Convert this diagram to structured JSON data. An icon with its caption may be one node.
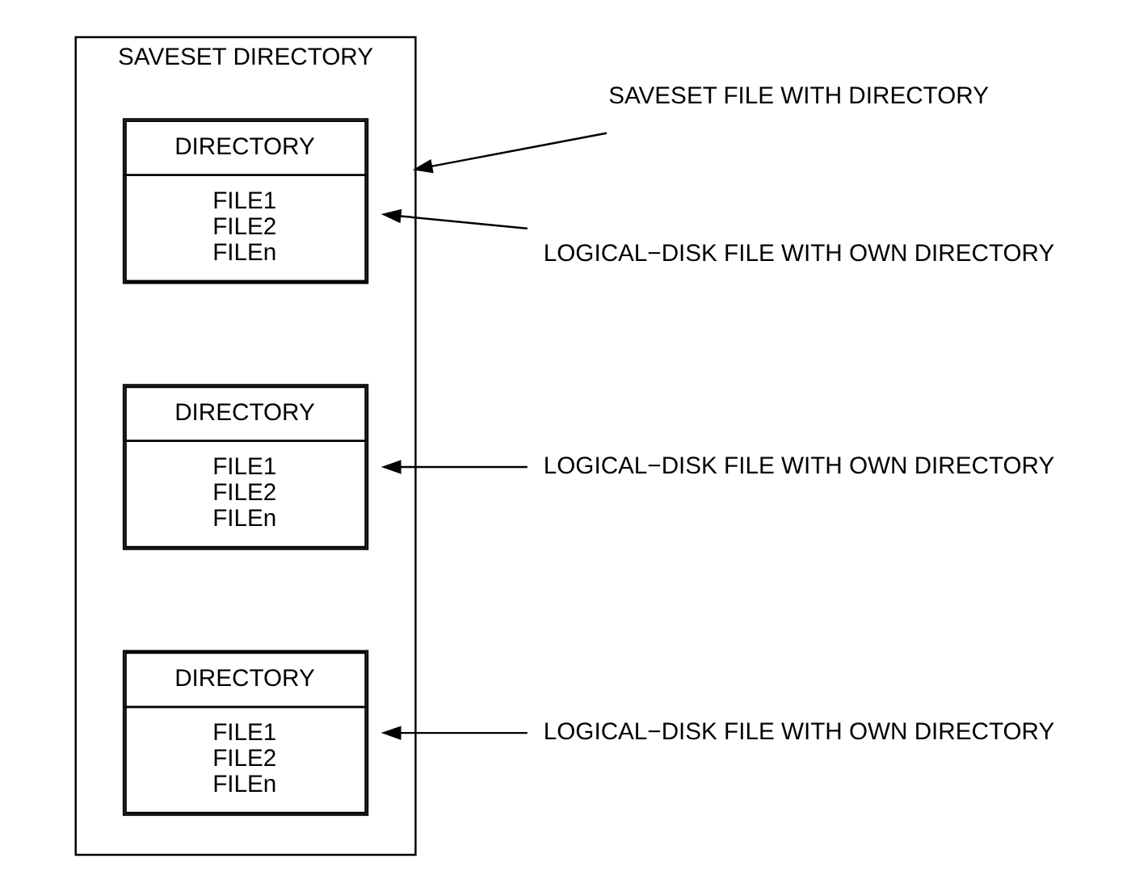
{
  "diagram": {
    "nodes": [
      {
        "text": [
          "SAVESET DIRECTORY"
        ]
      },
      {
        "text": [
          "SAVESET FILE WITH DIRECTORY"
        ]
      },
      {
        "text": [
          "DIRECTORY",
          "FILE1 FILE2 FILEn"
        ],
        "in": 0
      },
      {
        "text": [
          "LOGICAL−DISK FILE WITH OWN DIRECTORY"
        ]
      },
      {
        "text": [
          "DIRECTORY",
          "FILE1 FILE2 FILEn"
        ],
        "in": 0
      },
      {
        "text": [
          "LOGICAL−DISK FILE WITH OWN DIRECTORY"
        ]
      },
      {
        "text": [
          "DIRECTORY",
          "FILE1 FILE2 FILEn"
        ],
        "in": 0
      },
      {
        "text": [
          "LOGICAL−DISK FILE WITH OWN DIRECTORY"
        ]
      }
    ],
    "edges": [
      {
        "from": 1,
        "to": 0,
        "arrow": "to"
      },
      {
        "from": 3,
        "to": 2,
        "arrow": "to"
      },
      {
        "from": 5,
        "to": 4,
        "arrow": "to"
      },
      {
        "from": 7,
        "to": 6,
        "arrow": "to"
      }
    ]
  }
}
